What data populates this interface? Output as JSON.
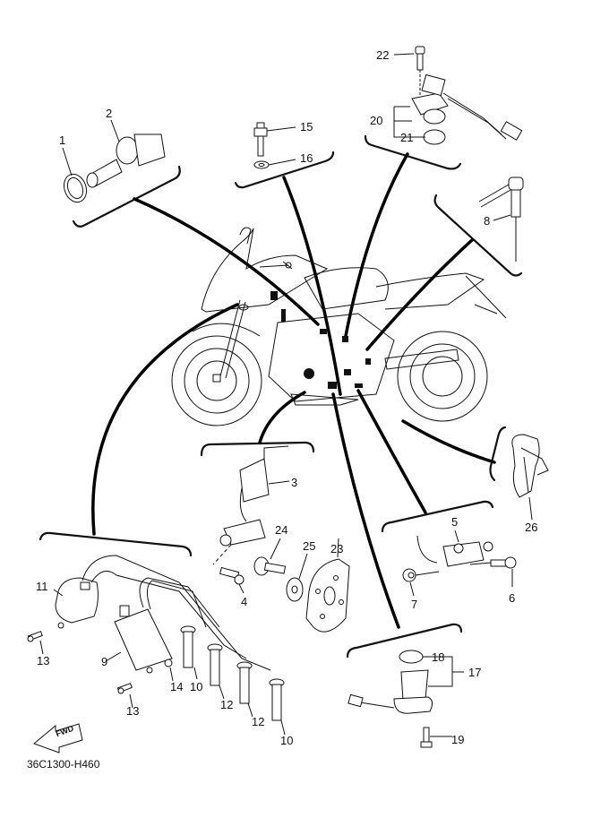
{
  "diagram": {
    "title_code": "36C1300-H460",
    "direction_badge": "FWD",
    "subject": "motorcycle electrical parts (sensors, ignition coils, plug caps)",
    "callouts": [
      {
        "id": "c1",
        "label": "1"
      },
      {
        "id": "c2",
        "label": "2"
      },
      {
        "id": "c3",
        "label": "3"
      },
      {
        "id": "c4",
        "label": "4"
      },
      {
        "id": "c5",
        "label": "5"
      },
      {
        "id": "c6",
        "label": "6"
      },
      {
        "id": "c7",
        "label": "7"
      },
      {
        "id": "c8",
        "label": "8"
      },
      {
        "id": "c9",
        "label": "9"
      },
      {
        "id": "c10a",
        "label": "10"
      },
      {
        "id": "c10b",
        "label": "10"
      },
      {
        "id": "c11",
        "label": "11"
      },
      {
        "id": "c12a",
        "label": "12"
      },
      {
        "id": "c12b",
        "label": "12"
      },
      {
        "id": "c13a",
        "label": "13"
      },
      {
        "id": "c13b",
        "label": "13"
      },
      {
        "id": "c14",
        "label": "14"
      },
      {
        "id": "c15",
        "label": "15"
      },
      {
        "id": "c16",
        "label": "16"
      },
      {
        "id": "c17",
        "label": "17"
      },
      {
        "id": "c18",
        "label": "18"
      },
      {
        "id": "c19",
        "label": "19"
      },
      {
        "id": "c20",
        "label": "20"
      },
      {
        "id": "c21",
        "label": "21"
      },
      {
        "id": "c22",
        "label": "22"
      },
      {
        "id": "c23",
        "label": "23"
      },
      {
        "id": "c24",
        "label": "24"
      },
      {
        "id": "c25",
        "label": "25"
      },
      {
        "id": "c26",
        "label": "26"
      }
    ]
  }
}
